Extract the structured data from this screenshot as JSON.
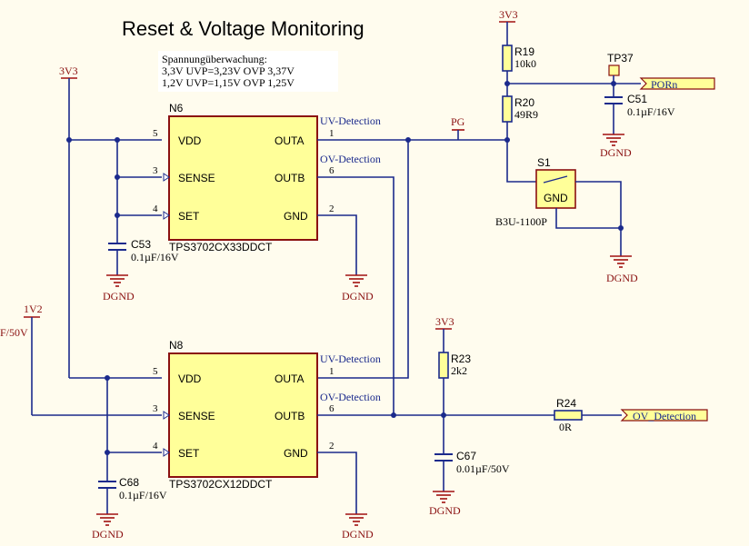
{
  "title": "Reset & Voltage Monitoring",
  "note": {
    "line1": "Spannungüberwachung:",
    "line2": "3,3V UVP=3,23V OVP 3,37V",
    "line3": "1,2V UVP=1,15V OVP 1,25V"
  },
  "power": {
    "v33": "3V3",
    "v12": "1V2",
    "gnd": "DGND"
  },
  "left_fragment": "F/50V",
  "n6": {
    "ref": "N6",
    "part": "TPS3702CX33DDCT",
    "pins": {
      "vdd": "VDD",
      "vdd_num": "5",
      "sense": "SENSE",
      "sense_num": "3",
      "set": "SET",
      "set_num": "4",
      "outa": "OUTA",
      "outa_num": "1",
      "outb": "OUTB",
      "outb_num": "6",
      "gnd": "GND",
      "gnd_num": "2"
    },
    "net_outa": "UV-Detection",
    "net_outb": "OV-Detection"
  },
  "n8": {
    "ref": "N8",
    "part": "TPS3702CX12DDCT",
    "pins": {
      "vdd": "VDD",
      "vdd_num": "5",
      "sense": "SENSE",
      "sense_num": "3",
      "set": "SET",
      "set_num": "4",
      "outa": "OUTA",
      "outa_num": "1",
      "outb": "OUTB",
      "outb_num": "6",
      "gnd": "GND",
      "gnd_num": "2"
    },
    "net_outa": "UV-Detection",
    "net_outb": "OV-Detection"
  },
  "c53": {
    "ref": "C53",
    "value": "0.1µF/16V"
  },
  "c68": {
    "ref": "C68",
    "value": "0.1µF/16V"
  },
  "c51": {
    "ref": "C51",
    "value": "0.1µF/16V"
  },
  "c67": {
    "ref": "C67",
    "value": "0.01µF/50V"
  },
  "r19": {
    "ref": "R19",
    "value": "10k0"
  },
  "r20": {
    "ref": "R20",
    "value": "49R9"
  },
  "r23": {
    "ref": "R23",
    "value": "2k2"
  },
  "r24": {
    "ref": "R24",
    "value": "0R"
  },
  "tp37": {
    "ref": "TP37"
  },
  "s1": {
    "ref": "S1",
    "pin": "GND",
    "part": "B3U-1100P"
  },
  "net_pg": "PG",
  "port_porn": "PORn",
  "port_ov": "OV_Detection"
}
